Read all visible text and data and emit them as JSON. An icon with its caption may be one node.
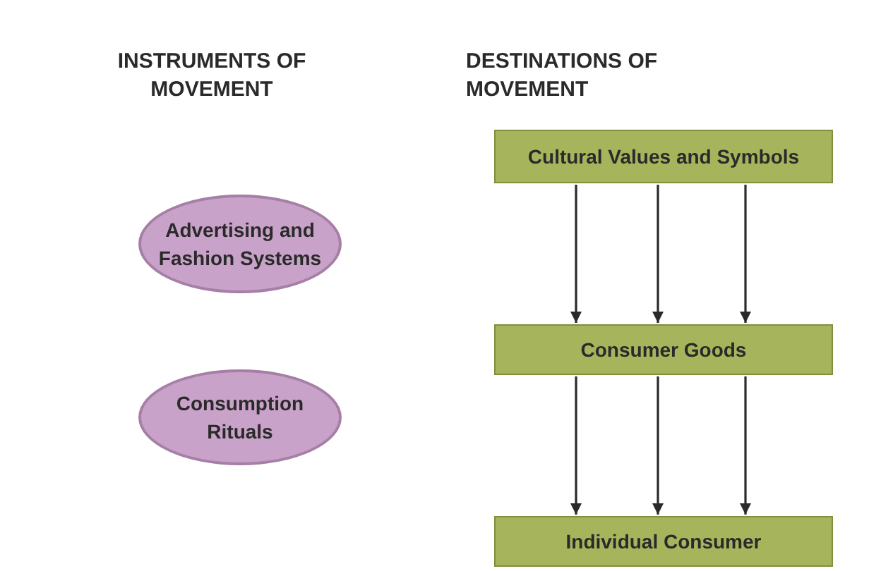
{
  "diagram": {
    "nodes": [
      {
        "text": [
          "Cultural Values and Symbols"
        ]
      },
      {
        "text": [
          "Consumer Goods"
        ]
      },
      {
        "text": [
          "Individual Consumer"
        ]
      },
      {
        "text": [
          "Advertising and Fashion Systems"
        ]
      },
      {
        "text": [
          "Consumption Rituals"
        ]
      }
    ],
    "edges": [
      {
        "from": 0,
        "to": 1,
        "arrow": "to"
      },
      {
        "from": 0,
        "to": 1,
        "arrow": "to"
      },
      {
        "from": 0,
        "to": 1,
        "arrow": "to"
      },
      {
        "from": 1,
        "to": 2,
        "arrow": "to"
      },
      {
        "from": 1,
        "to": 2,
        "arrow": "to"
      },
      {
        "from": 1,
        "to": 2,
        "arrow": "to"
      }
    ],
    "labels": [
      "INSTRUMENTS OF MOVEMENT",
      "DESTINATIONS OF MOVEMENT"
    ]
  }
}
